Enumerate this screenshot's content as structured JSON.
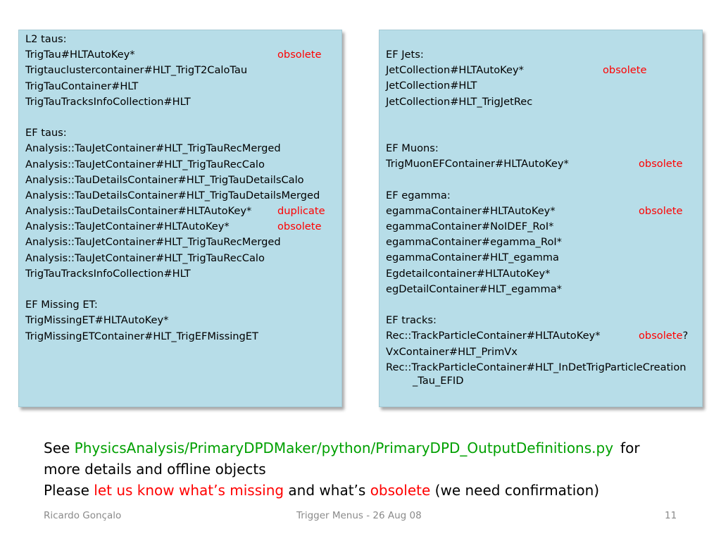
{
  "left_panel": {
    "l2_taus": {
      "heading": "L2 taus:",
      "lines": [
        "TrigTau#HLTAutoKey*",
        "Trigtauclustercontainer#HLT_TrigT2CaloTau",
        "TrigTauContainer#HLT",
        "TrigTauTracksInfoCollection#HLT"
      ],
      "tag0": "obsolete"
    },
    "ef_taus": {
      "heading": "EF taus:",
      "lines": [
        "Analysis::TauJetContainer#HLT_TrigTauRecMerged",
        "Analysis::TauJetContainer#HLT_TrigTauRecCalo",
        "Analysis::TauDetailsContainer#HLT_TrigTauDetailsCalo",
        "Analysis::TauDetailsContainer#HLT_TrigTauDetailsMerged",
        "Analysis::TauDetailsContainer#HLTAutoKey*",
        "Analysis::TauJetContainer#HLTAutoKey*",
        "Analysis::TauJetContainer#HLT_TrigTauRecMerged",
        "Analysis::TauJetContainer#HLT_TrigTauRecCalo",
        "TrigTauTracksInfoCollection#HLT"
      ],
      "tag4": "duplicate",
      "tag5": "obsolete"
    },
    "ef_missing_et": {
      "heading": "EF Missing ET:",
      "lines": [
        "TrigMissingET#HLTAutoKey*",
        "TrigMissingETContainer#HLT_TrigEFMissingET"
      ]
    }
  },
  "right_panel": {
    "ef_jets": {
      "heading": "EF Jets:",
      "lines": [
        "JetCollection#HLTAutoKey*",
        "JetCollection#HLT",
        "JetCollection#HLT_TrigJetRec"
      ],
      "tag0": "obsolete"
    },
    "ef_muons": {
      "heading": "EF Muons:",
      "lines": [
        "TrigMuonEFContainer#HLTAutoKey*"
      ],
      "tag0": "obsolete"
    },
    "ef_egamma": {
      "heading": "EF egamma:",
      "lines": [
        "egammaContainer#HLTAutoKey*",
        "egammaContainer#NoIDEF_RoI*",
        "egammaContainer#egamma_RoI*",
        "egammaContainer#HLT_egamma",
        "Egdetailcontainer#HLTAutoKey*",
        "egDetailContainer#HLT_egamma*"
      ],
      "tag0": "obsolete"
    },
    "ef_tracks": {
      "heading": "EF tracks:",
      "lines": [
        "Rec::TrackParticleContainer#HLTAutoKey*",
        "VxContainer#HLT_PrimVx",
        "Rec::TrackParticleContainer#HLT_InDetTrigParticleCreation",
        "_Tau_EFID"
      ],
      "tag0": "obsolete",
      "tag0_suffix": "?"
    }
  },
  "footer": {
    "see": "See",
    "path": "PhysicsAnalysis/PrimaryDPDMaker/python/PrimaryDPD_OutputDefinitions.py",
    "for": "for",
    "line2": "more details and offline objects",
    "please": "Please",
    "missing_link": "let us know what’s missing",
    "and_whats": "and what’s",
    "obsolete_word": "obsolete",
    "confirm": "(we need confirmation)"
  },
  "slide_footer": {
    "author": "Ricardo Gonçalo",
    "title": "Trigger Menus - 26 Aug 08",
    "page": "11"
  },
  "colors": {
    "panel_bg": "#b7dde8",
    "tag_red": "#ff0000",
    "path_green": "#00a000",
    "footer_grey": "#8a8a8a"
  }
}
